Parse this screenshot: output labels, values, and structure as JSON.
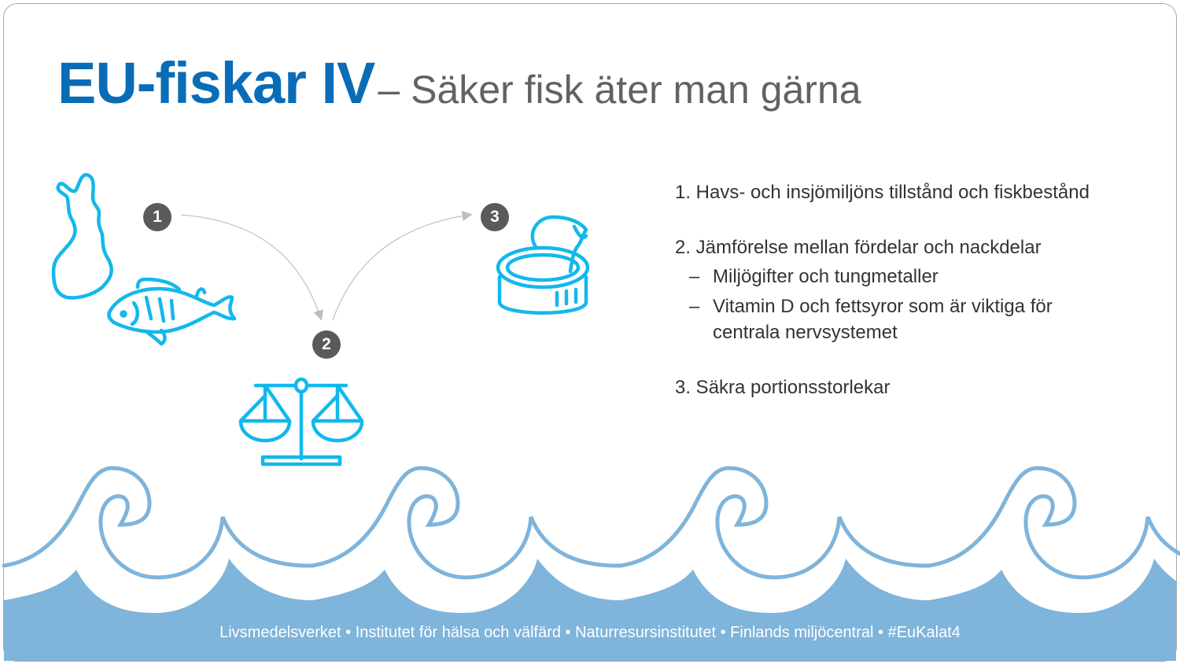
{
  "title": {
    "main": "EU-fiskar IV",
    "subtitle": "– Säker fisk äter man gärna"
  },
  "steps": [
    {
      "number": "1",
      "icon": "finland-map-and-fish-icon"
    },
    {
      "number": "2",
      "icon": "balance-scale-icon"
    },
    {
      "number": "3",
      "icon": "tin-can-icon"
    }
  ],
  "list": {
    "item1": "1. Havs- och insjömiljöns tillstånd och fiskbestånd",
    "item2": "2. Jämförelse mellan fördelar och nackdelar",
    "sub_dash": "–",
    "sub1": "Miljögifter och tungmetaller",
    "sub2": "Vitamin D och fettsyror som är viktiga för centrala nervsystemet",
    "item3": "3. Säkra portionsstorlekar"
  },
  "footer": "Livsmedelsverket • Institutet för hälsa och välfärd • Naturresursinstitutet • Finlands miljöcentral • #EuKalat4",
  "colors": {
    "title": "#0a6cb6",
    "icon": "#12b8ec",
    "wave": "#7fb4db",
    "badge": "#5a5a5a"
  }
}
